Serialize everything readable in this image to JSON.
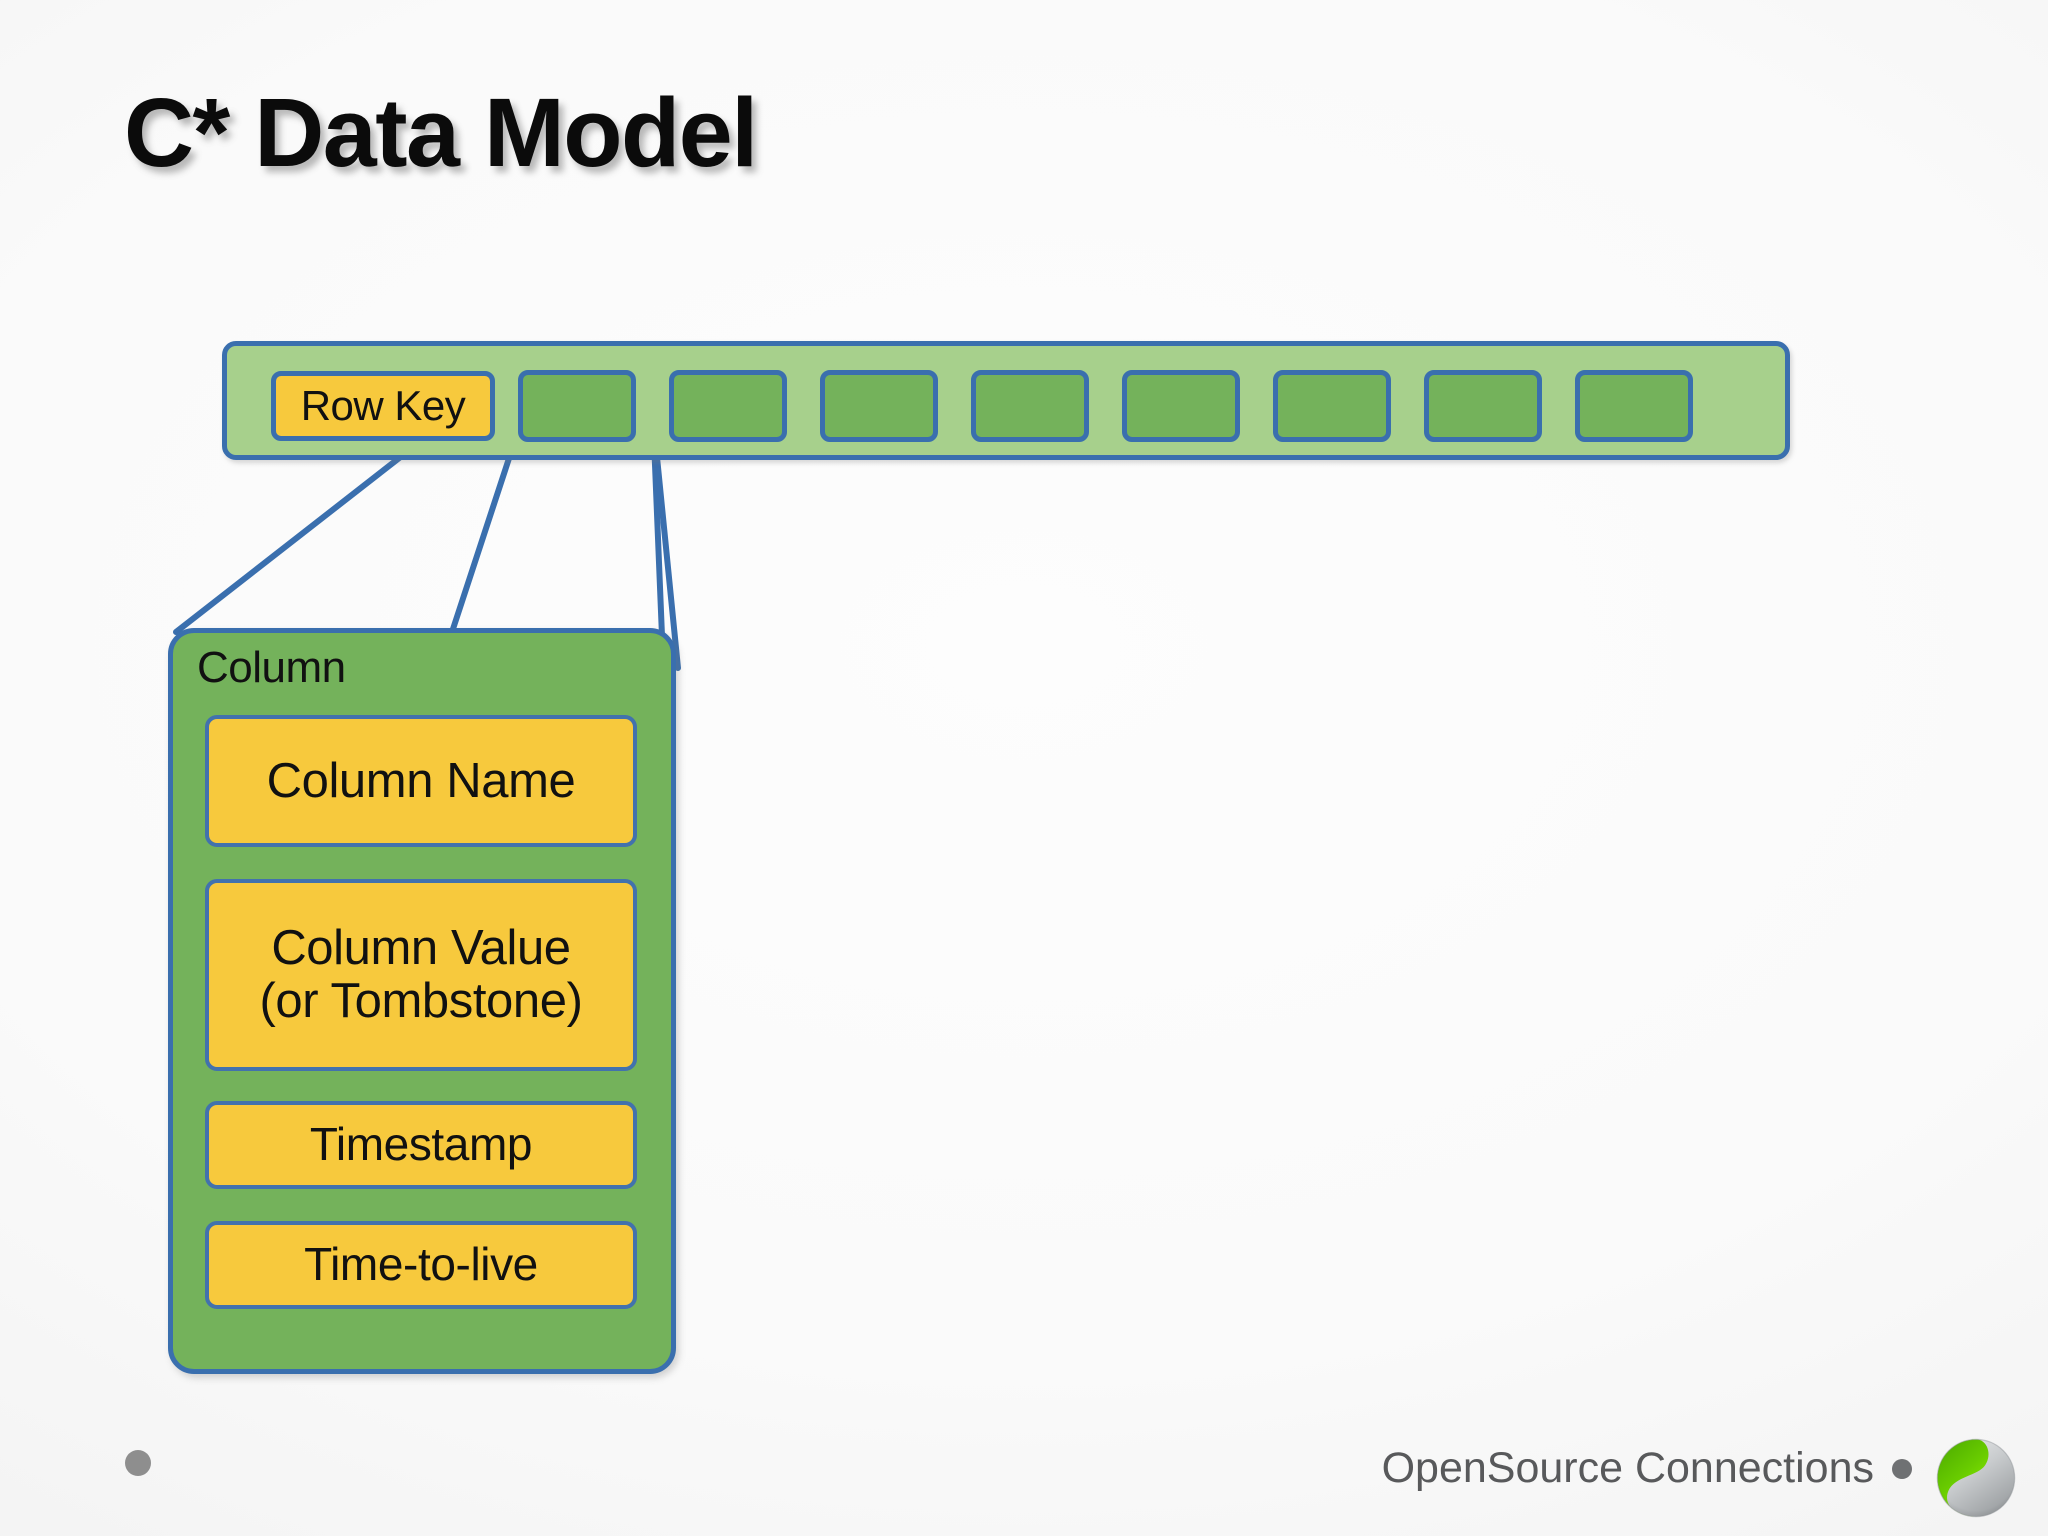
{
  "slide": {
    "title": "C* Data Model",
    "background_color": "#f7f7f7"
  },
  "colors": {
    "bar_fill": "#a7d08c",
    "cell_fill": "#74b25b",
    "accent_yellow": "#f7c93d",
    "border_blue": "#3a6fae",
    "title_text": "#0b0b0b",
    "footer_text": "#58595b",
    "logo_green": "#66cc00",
    "logo_silver": "#b9bcbe"
  },
  "row": {
    "row_key_label": "Row Key",
    "cell_count": 8,
    "cells": [
      "",
      "",
      "",
      "",
      "",
      "",
      "",
      ""
    ]
  },
  "column_panel": {
    "label": "Column",
    "fields": [
      {
        "name": "column-name",
        "line1": "Column Name",
        "line2": ""
      },
      {
        "name": "column-value",
        "line1": "Column Value",
        "line2": "(or Tombstone)"
      },
      {
        "name": "timestamp",
        "line1": "Timestamp",
        "line2": ""
      },
      {
        "name": "time-to-live",
        "line1": "Time-to-live",
        "line2": ""
      }
    ]
  },
  "footer": {
    "brand": "OpenSource Connections",
    "bullet_icon": "bullet-dot-icon",
    "logo_icon": "opensource-connections-logo-icon",
    "page_dot_icon": "page-marker-dot-icon"
  }
}
